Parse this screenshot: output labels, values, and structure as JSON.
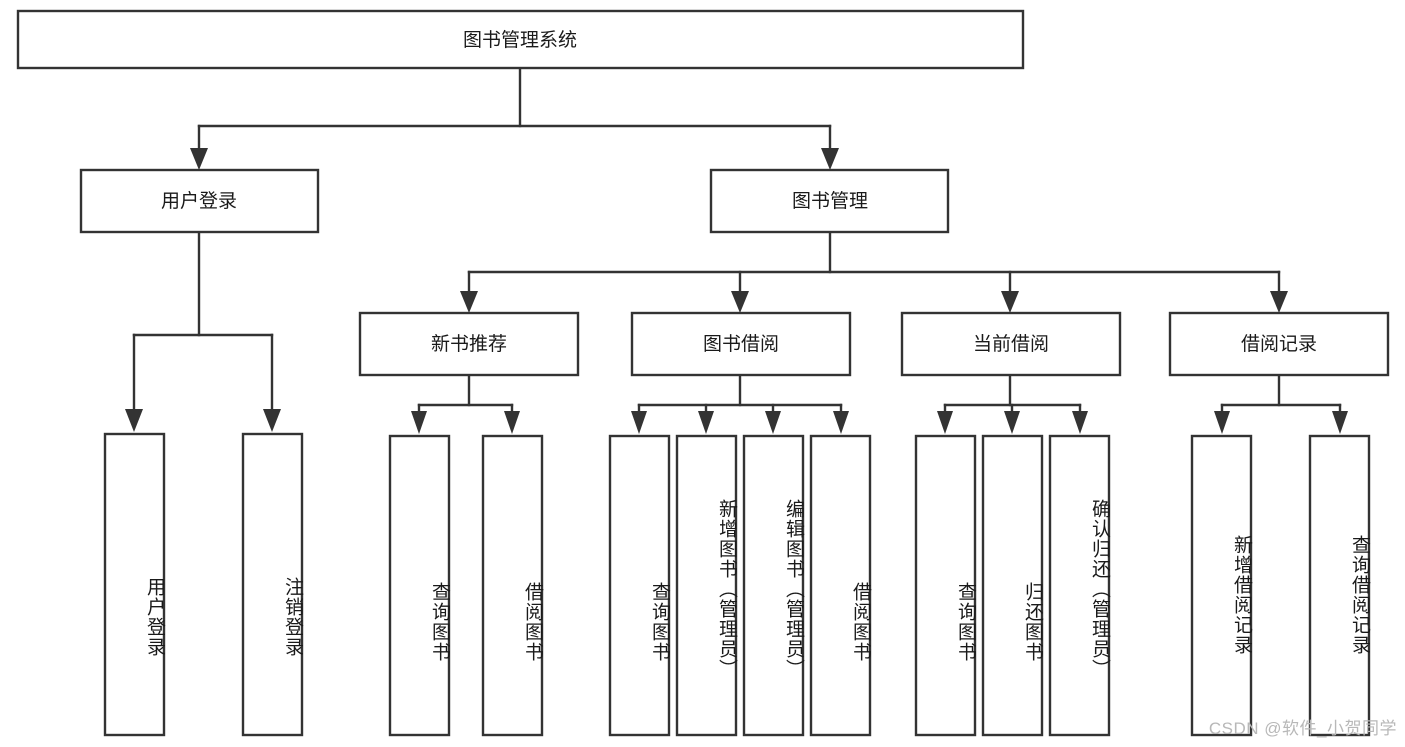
{
  "diagram": {
    "type": "tree-hierarchy-chart",
    "title": "图书管理系统",
    "watermark": "CSDN @软件_小贺同学",
    "colors": {
      "stroke": "#333333",
      "fill": "#ffffff",
      "text": "#1a1a1a",
      "watermark": "#b8b8b8",
      "background": "#ffffff"
    },
    "root": {
      "label": "图书管理系统"
    },
    "level2": [
      {
        "label": "用户登录"
      },
      {
        "label": "图书管理"
      }
    ],
    "level3": [
      {
        "label": "新书推荐"
      },
      {
        "label": "图书借阅"
      },
      {
        "label": "当前借阅"
      },
      {
        "label": "借阅记录"
      }
    ],
    "groups": [
      {
        "parent": "用户登录",
        "leaves": [
          "用户登录",
          "注销登录"
        ]
      },
      {
        "parent": "新书推荐",
        "leaves": [
          "查询图书",
          "借阅图书"
        ]
      },
      {
        "parent": "图书借阅",
        "leaves": [
          "查询图书",
          "新增图书（管理员）",
          "编辑图书（管理员）",
          "借阅图书"
        ]
      },
      {
        "parent": "当前借阅",
        "leaves": [
          "查询图书",
          "归还图书",
          "确认归还（管理员）"
        ]
      },
      {
        "parent": "借阅记录",
        "leaves": [
          "新增借阅记录",
          "查询借阅记录"
        ]
      }
    ],
    "leaves_flat": [
      "用户登录",
      "注销登录",
      "查询图书",
      "借阅图书",
      "查询图书",
      "新增图书（管理员）",
      "编辑图书（管理员）",
      "借阅图书",
      "查询图书",
      "归还图书",
      "确认归还（管理员）",
      "新增借阅记录",
      "查询借阅记录"
    ]
  }
}
